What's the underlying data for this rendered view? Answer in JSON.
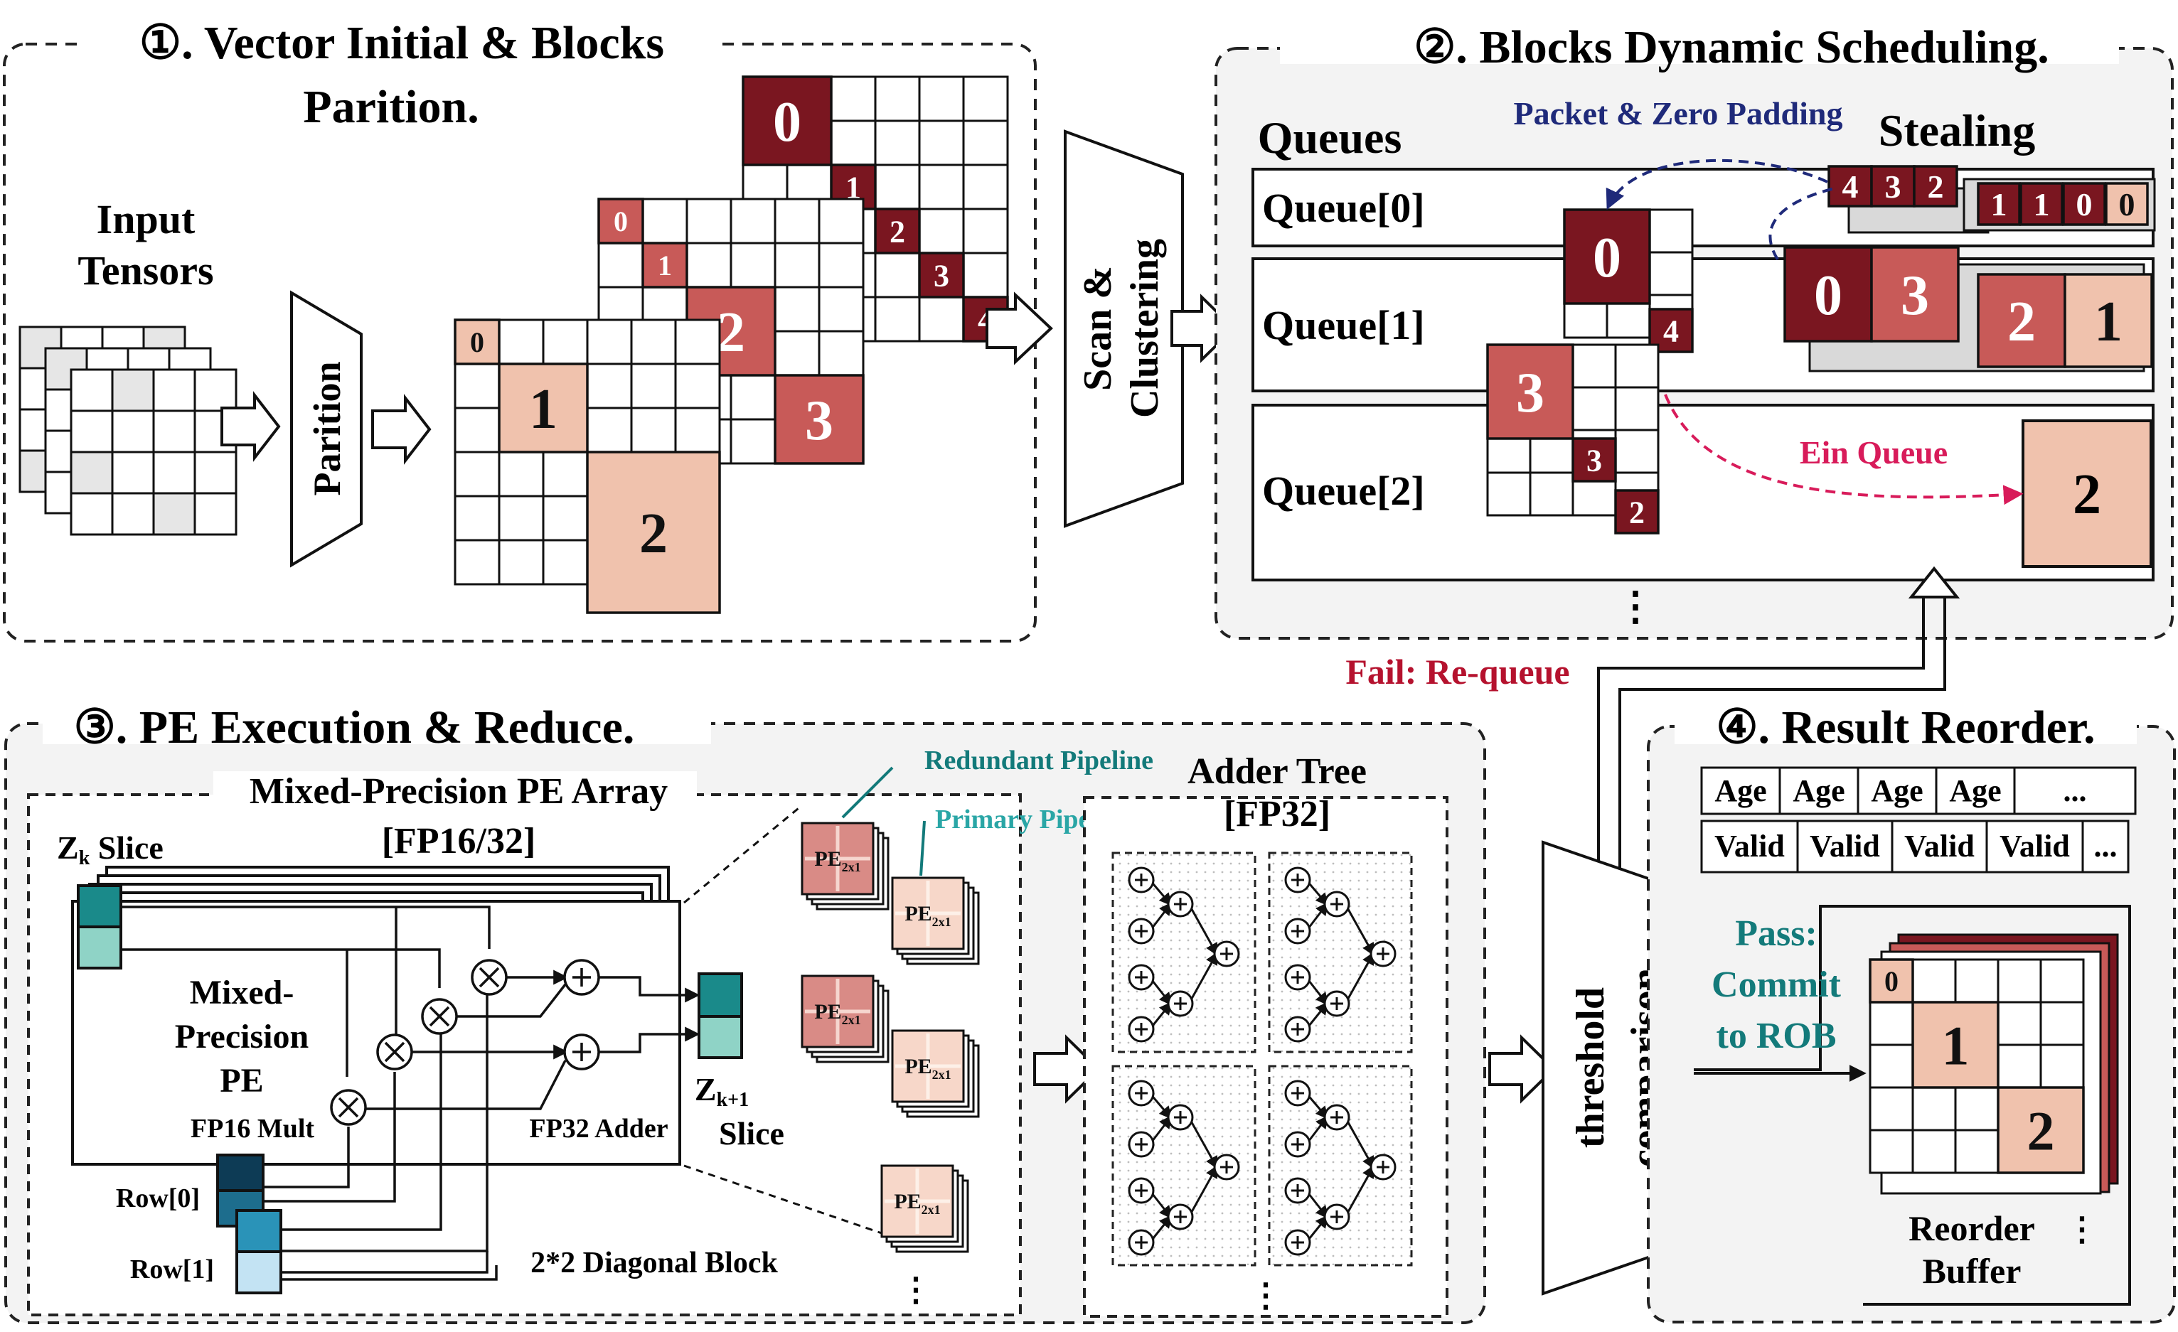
{
  "colors": {
    "dark": "#7a1620",
    "mid": "#c85a58",
    "light": "#f0c2ad",
    "teal_dark": "#1a8a8a",
    "teal_light": "#8fd3c6",
    "navy": "#0d3b55",
    "blue_mid": "#2a93b8",
    "blue_light": "#c3e3f3",
    "panel_fill": "#f3f3f3",
    "label_blue": "#1f2a7a",
    "label_red": "#b5122e",
    "label_pink": "#d81b5a",
    "label_teal": "#137a7a"
  },
  "panel1": {
    "title_line1": "①. Vector Initial & Blocks",
    "title_line2": "Parition.",
    "input_line1": "Input",
    "input_line2": "Tensors",
    "partition_label": "Parition",
    "back_block": "0",
    "back_diag": [
      "1",
      "2",
      "3",
      "4"
    ],
    "mid_blocks": [
      "0",
      "1",
      "2",
      "3"
    ],
    "front_blocks": [
      "0",
      "1",
      "2"
    ],
    "scan_line1": "Scan &",
    "scan_line2": "Clustering"
  },
  "panel2": {
    "title": "②. Blocks Dynamic Scheduling.",
    "queues_label": "Queues",
    "stealing_label": "Stealing",
    "packet_label": "Packet & Zero Padding",
    "ein_label": "Ein Queue",
    "queue_labels": [
      "Queue[0]",
      "Queue[1]",
      "Queue[2]"
    ],
    "queue0_small": [
      "4",
      "3",
      "2"
    ],
    "queue0_bits": [
      "1",
      "1",
      "0",
      "0"
    ],
    "stealing_blocks": [
      "0",
      "3",
      "2",
      "1"
    ],
    "center_block0": "0",
    "center_block0_small": "4",
    "center_block3": "3",
    "center_diag": [
      "3",
      "2"
    ],
    "ein_block": "2",
    "ellipsis": "⋮"
  },
  "flow": {
    "fail_label": "Fail: Re-queue",
    "pass_line1": "Pass:",
    "pass_line2": "Commit",
    "pass_line3": "to ROB"
  },
  "panel3": {
    "title": "③. PE Execution & Reduce.",
    "array_line1": "Mixed-Precision PE Array",
    "array_line2": "[FP16/32]",
    "zk_main": "Z",
    "zk_sub": "k",
    "zk_rest": " Slice",
    "pe_line1": "Mixed-",
    "pe_line2": "Precision",
    "pe_line3": "PE",
    "fp16_label": "FP16 Mult",
    "fp32_label": "FP32 Adder",
    "zk1_main": "Z",
    "zk1_sub": "k+1",
    "zk1_rest": "Slice",
    "row0": "Row[0]",
    "row1": "Row[1]",
    "diag_label": "2*2 Diagonal Block",
    "redundant_label": "Redundant Pipeline",
    "primary_label": "Primary Pipeline",
    "pe_tile_main": "PE",
    "pe_tile_sub": "2x1",
    "adder_line1": "Adder Tree",
    "adder_line2": "[FP32]",
    "ellipsis": "⋮"
  },
  "threshold": {
    "line1": "threshold",
    "line2": "comparison"
  },
  "panel4": {
    "title": "④. Result Reorder.",
    "age_cells": [
      "Age",
      "Age",
      "Age",
      "Age",
      "..."
    ],
    "valid_cells": [
      "Valid",
      "Valid",
      "Valid",
      "Valid",
      "..."
    ],
    "rob_blocks": [
      "0",
      "1",
      "2"
    ],
    "rob_line1": "Reorder",
    "rob_line2": "Buffer",
    "ellipsis": "⋮"
  }
}
